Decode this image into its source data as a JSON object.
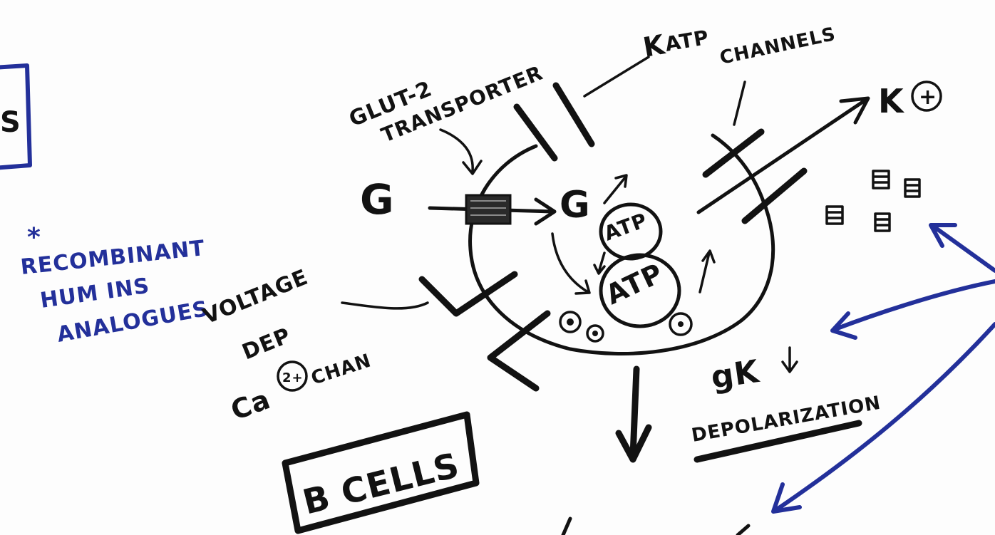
{
  "colors": {
    "ink": "#121212",
    "blue_marker": "#23309a",
    "background": "#fdfdfd"
  },
  "labels": {
    "glut2": "GLUT-2",
    "transporter": "TRANSPORTER",
    "katp_k": "K",
    "katp_atp": "ATP",
    "channels": "CHANNELS",
    "k_plus": "K",
    "k_plus_sign": "+",
    "glucose_out": "G",
    "glucose_in": "G",
    "atp_small": "ATP",
    "atp_large": "ATP",
    "voltage": "VOLTAGE",
    "dep": "DEP",
    "ca": "Ca",
    "ca_charge": "2+",
    "chan": "CHAN",
    "gk": "gK",
    "depolarization": "DEPOLARIZATION",
    "b_cells": "B CELLS",
    "asterisk": "*",
    "recombinant": "RECOMBINANT",
    "human_ins": "HUM INS",
    "analogues": "ANALOGUES",
    "partial_left": "S"
  }
}
